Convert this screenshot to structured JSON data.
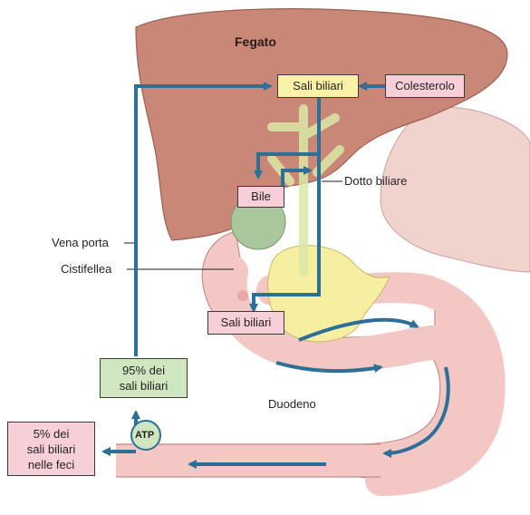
{
  "labels": {
    "liver": "Fegato",
    "portal_vein": "Vena porta",
    "gallbladder": "Cistifellea",
    "bile_duct": "Dotto biliare",
    "duodenum": "Duodeno"
  },
  "boxes": {
    "bile_salts_liver": "Sali biliari",
    "cholesterol": "Colesterolo",
    "bile": "Bile",
    "bile_salts_duodenum": "Sali biliari",
    "reabsorbed_line1": "95% dei",
    "reabsorbed_line2": "sali biliari",
    "feces_line1": "5% dei",
    "feces_line2": "sali biliari",
    "feces_line3": "nelle feci",
    "atp": "ATP"
  },
  "colors": {
    "liver": "#c98778",
    "intestine": "#f3c7c4",
    "gallbladder": "#a9c69c",
    "pancreas": "#f6efa2",
    "arrow": "#2d6f96",
    "box_pink": "#f6cfd8",
    "box_yellow": "#fbf2a8",
    "box_green": "#cfe6c1"
  }
}
